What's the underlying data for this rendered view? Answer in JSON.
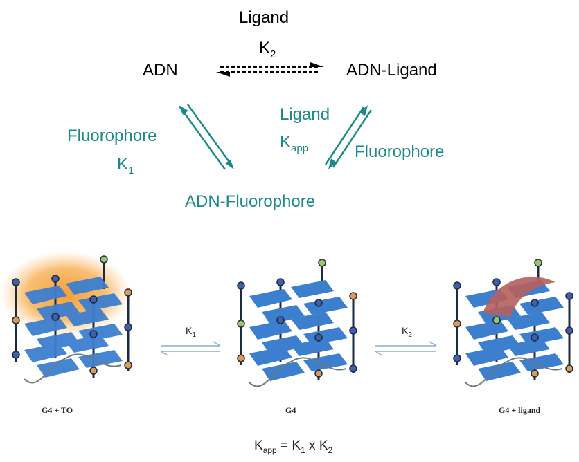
{
  "scheme": {
    "ligand_top": "Ligand",
    "k2": {
      "base": "K",
      "sub": "2"
    },
    "adn": "ADN",
    "adn_ligand": "ADN-Ligand",
    "fluorophore_left": "Fluorophore",
    "k1": {
      "base": "K",
      "sub": "1"
    },
    "ligand_right": "Ligand",
    "kapp": {
      "base": "K",
      "sub": "app"
    },
    "fluorophore_right": "Fluorophore",
    "adn_fluorophore": "ADN-Fluorophore"
  },
  "illustration": {
    "caption_left": "G4 + TO",
    "caption_middle": "G4",
    "caption_right": "G4 + ligand",
    "k1": {
      "base": "K",
      "sub": "1"
    },
    "k2": {
      "base": "K",
      "sub": "2"
    }
  },
  "equation": {
    "k_base": "K",
    "kapp_sub": "app",
    "equals": "=",
    "k1_sub": "1",
    "times": "x",
    "k2_sub": "2"
  },
  "colors": {
    "teal": "#1a8a8a",
    "quartet_blue": "#3d7fcf",
    "arrow_blue": "#8aaed6",
    "glow_orange": "#f59a2e",
    "ligand_red": "#b5615d"
  }
}
